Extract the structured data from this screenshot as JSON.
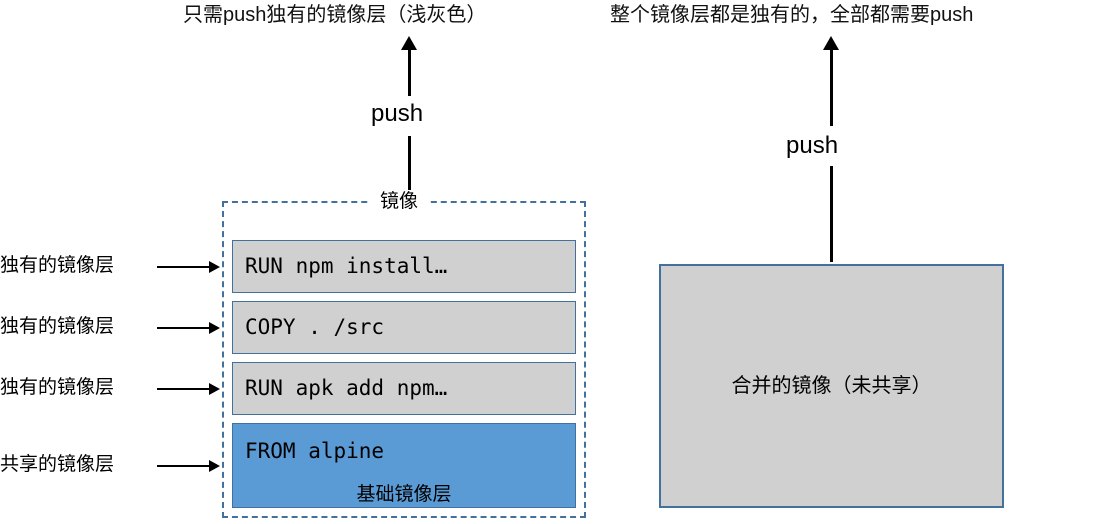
{
  "titles": {
    "left": "只需push独有的镜像层（浅灰色）",
    "right": "整个镜像层都是独有的，全部都需要push"
  },
  "arrows": {
    "left_push_label": "push",
    "right_push_label": "push"
  },
  "image_box": {
    "title": "镜像",
    "layers": [
      {
        "command": "RUN npm install…",
        "subtitle": "",
        "fill": "#d0d0d0",
        "kind": "unique"
      },
      {
        "command": "COPY . /src",
        "subtitle": "",
        "fill": "#d0d0d0",
        "kind": "unique"
      },
      {
        "command": "RUN apk add npm…",
        "subtitle": "",
        "fill": "#d0d0d0",
        "kind": "unique"
      },
      {
        "command": "FROM alpine",
        "subtitle": "基础镜像层",
        "fill": "#5b9bd5",
        "kind": "shared"
      }
    ]
  },
  "side_labels": [
    {
      "text": "独有的镜像层"
    },
    {
      "text": "独有的镜像层"
    },
    {
      "text": "独有的镜像层"
    },
    {
      "text": "共享的镜像层"
    }
  ],
  "merged_box": {
    "label": "合并的镜像（未共享）",
    "fill": "#d0d0d0",
    "border": "#41719c"
  },
  "colors": {
    "unique_layer": "#d0d0d0",
    "shared_layer": "#5b9bd5",
    "box_border": "#41719c",
    "arrow": "#000000",
    "background": "#ffffff"
  }
}
